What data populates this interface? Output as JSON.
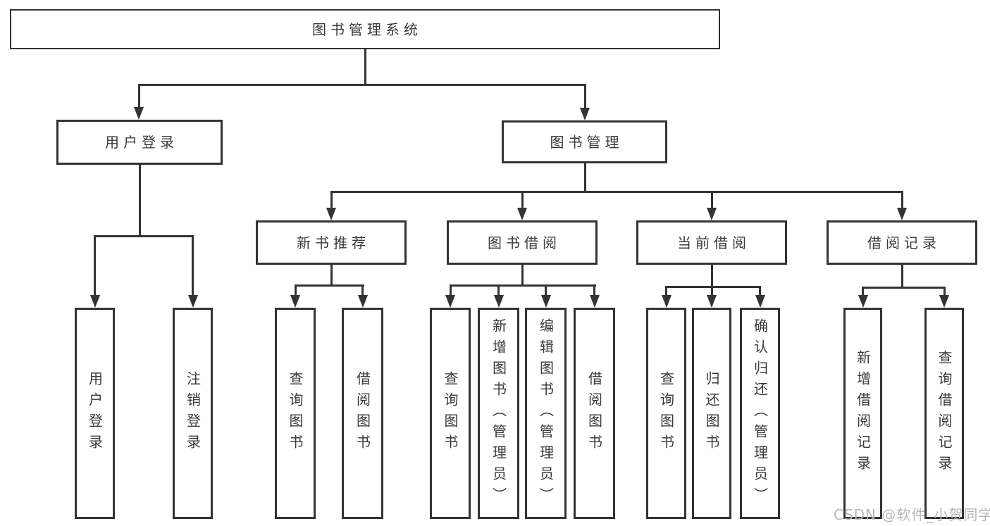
{
  "nodes": {
    "root": "图书管理系统",
    "user_login": "用户登录",
    "book_mgmt": "图书管理",
    "new_books": "新书推荐",
    "book_borrow": "图书借阅",
    "current_borrow": "当前借阅",
    "borrow_records": "借阅记录"
  },
  "leaves": {
    "user_login_1": "用户登录",
    "user_login_2": "注销登录",
    "new_books_1": "查询图书",
    "new_books_2": "借阅图书",
    "book_borrow_1": "查询图书",
    "book_borrow_2": "新增图书（管理员）",
    "book_borrow_3": "编辑图书（管理员）",
    "book_borrow_4": "借阅图书",
    "current_borrow_1": "查询图书",
    "current_borrow_2": "归还图书",
    "current_borrow_3": "确认归还（管理员）",
    "borrow_records_1": "新增借阅记录",
    "borrow_records_2": "查询借阅记录"
  },
  "watermark": "CSDN @软件_小贺同学",
  "colors": {
    "line": "#333333",
    "text": "#3a3a3a",
    "watermark": "#b6b6b6",
    "background": "#ffffff"
  }
}
